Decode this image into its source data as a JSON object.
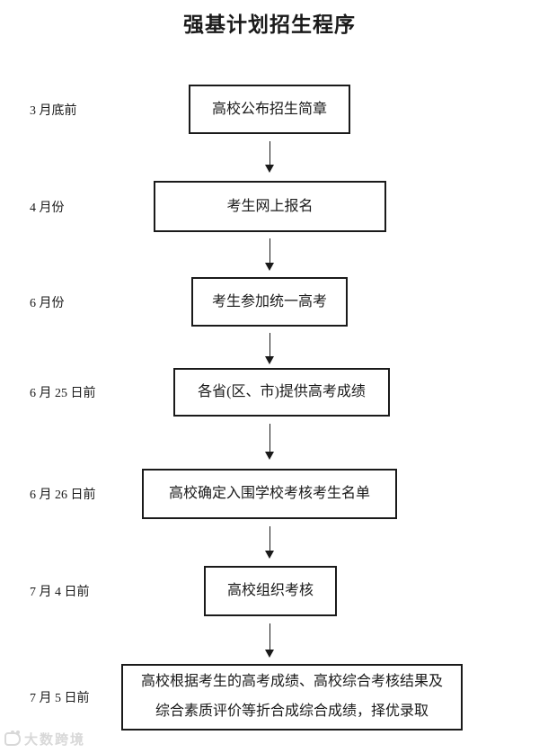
{
  "page": {
    "title": "强基计划招生程序"
  },
  "flowchart": {
    "steps": [
      {
        "time": "3 月底前",
        "label": "高校公布招生简章"
      },
      {
        "time": "4 月份",
        "label": "考生网上报名"
      },
      {
        "time": "6 月份",
        "label": "考生参加统一高考"
      },
      {
        "time": "6 月 25 日前",
        "label": "各省(区、市)提供高考成绩"
      },
      {
        "time": "6 月 26 日前",
        "label": "高校确定入围学校考核考生名单"
      },
      {
        "time": "7 月 4 日前",
        "label": "高校组织考核"
      },
      {
        "time": "7 月 5 日前",
        "label": "高校根据考生的高考成绩、高校综合考核结果及综合素质评价等折合成综合成绩，择优录取"
      }
    ]
  },
  "watermark": {
    "icon": "brand-logo",
    "text": "大数跨境"
  },
  "colors": {
    "ink": "#1a1a1a",
    "background": "#ffffff",
    "watermark": "#d8d8d8"
  }
}
